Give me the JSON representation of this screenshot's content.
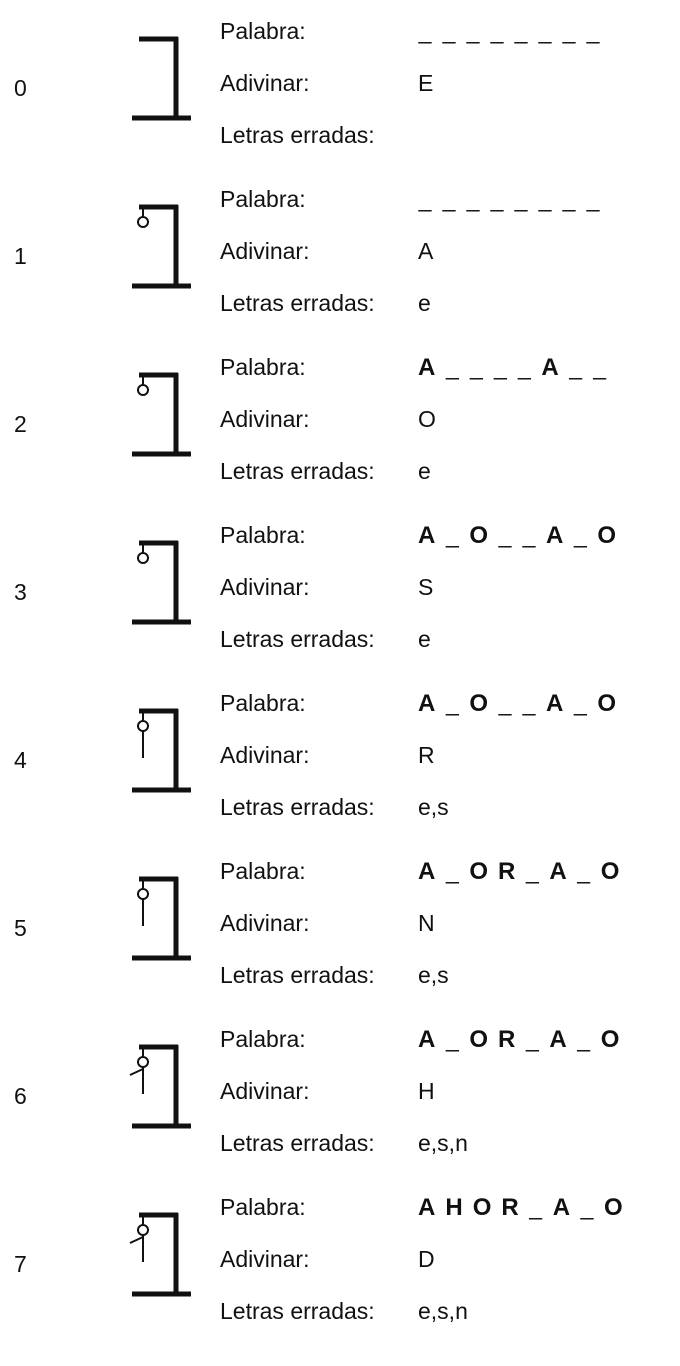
{
  "labels": {
    "word": "Palabra:",
    "guess": "Adivinar:",
    "wrong": "Letras erradas:"
  },
  "colors": {
    "ink": "#111111",
    "background": "#ffffff"
  },
  "steps": [
    {
      "number": "0",
      "word": [
        "_",
        "_",
        "_",
        "_",
        "_",
        "_",
        "_",
        "_"
      ],
      "guess": "E",
      "wrong": "",
      "figure": {
        "head": false,
        "body": false,
        "arm": false
      }
    },
    {
      "number": "1",
      "word": [
        "_",
        "_",
        "_",
        "_",
        "_",
        "_",
        "_",
        "_"
      ],
      "guess": "A",
      "wrong": "e",
      "figure": {
        "head": true,
        "body": false,
        "arm": false
      }
    },
    {
      "number": "2",
      "word": [
        "A",
        "_",
        "_",
        "_",
        "_",
        "A",
        "_",
        "_"
      ],
      "guess": "O",
      "wrong": "e",
      "figure": {
        "head": true,
        "body": false,
        "arm": false
      }
    },
    {
      "number": "3",
      "word": [
        "A",
        "_",
        "O",
        "_",
        "_",
        "A",
        "_",
        "O"
      ],
      "guess": "S",
      "wrong": "e",
      "figure": {
        "head": true,
        "body": false,
        "arm": false
      }
    },
    {
      "number": "4",
      "word": [
        "A",
        "_",
        "O",
        "_",
        "_",
        "A",
        "_",
        "O"
      ],
      "guess": "R",
      "wrong": "e,s",
      "figure": {
        "head": true,
        "body": true,
        "arm": false
      }
    },
    {
      "number": "5",
      "word": [
        "A",
        "_",
        "O",
        "R",
        "_",
        "A",
        "_",
        "O"
      ],
      "guess": "N",
      "wrong": "e,s",
      "figure": {
        "head": true,
        "body": true,
        "arm": false
      }
    },
    {
      "number": "6",
      "word": [
        "A",
        "_",
        "O",
        "R",
        "_",
        "A",
        "_",
        "O"
      ],
      "guess": "H",
      "wrong": "e,s,n",
      "figure": {
        "head": true,
        "body": true,
        "arm": true
      }
    },
    {
      "number": "7",
      "word": [
        "A",
        "H",
        "O",
        "R",
        "_",
        "A",
        "_",
        "O"
      ],
      "guess": "D",
      "wrong": "e,s,n",
      "figure": {
        "head": true,
        "body": true,
        "arm": true
      }
    }
  ]
}
